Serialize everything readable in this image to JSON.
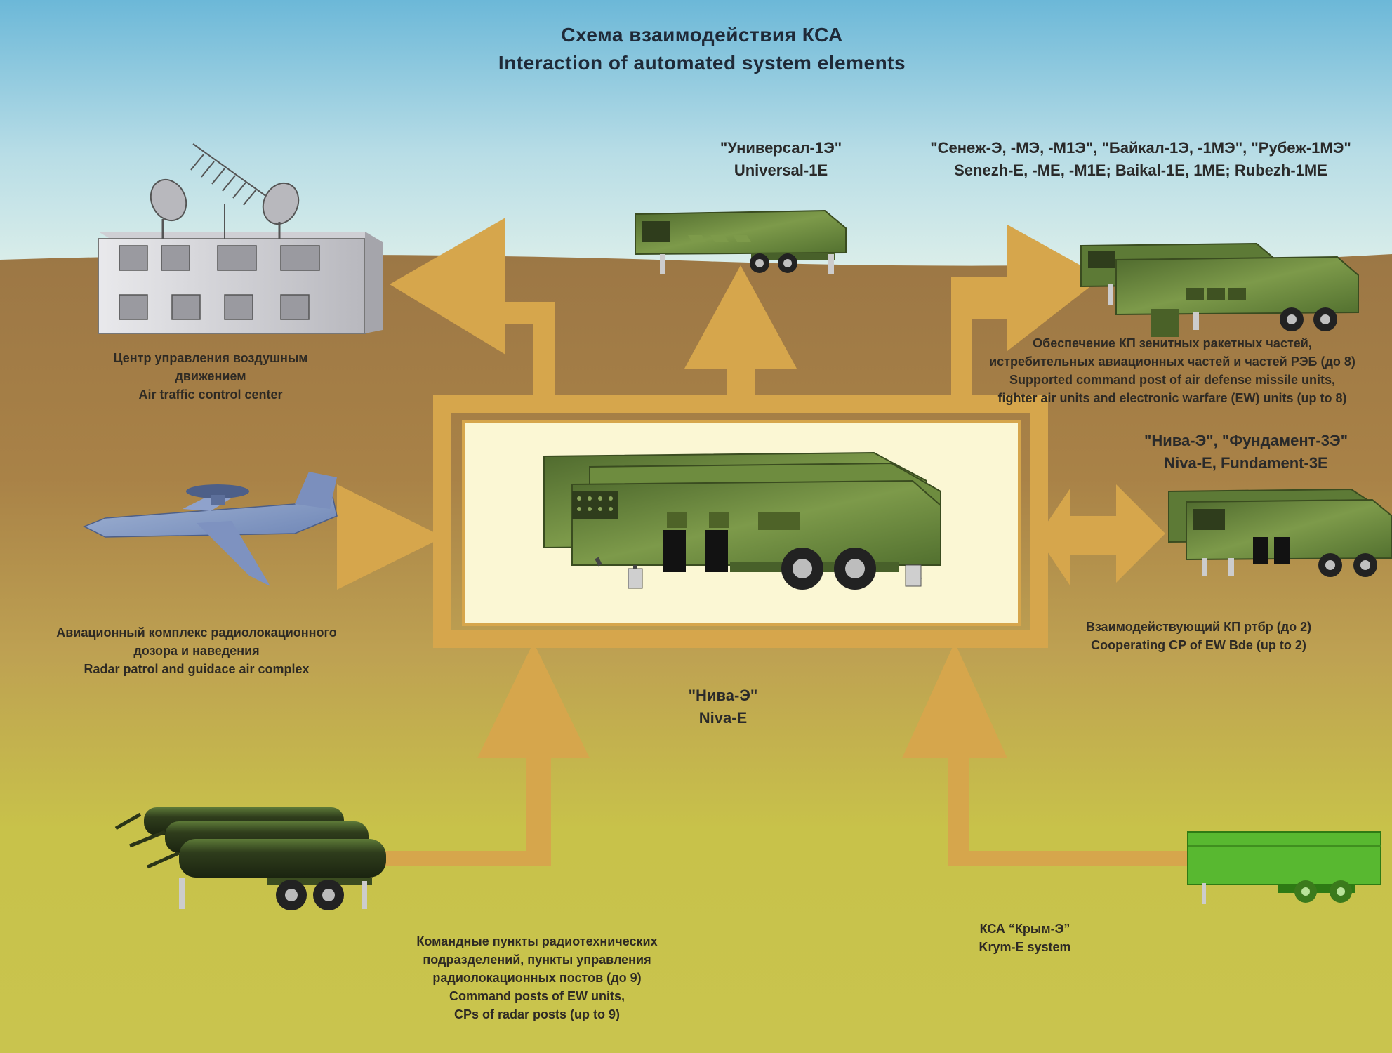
{
  "title": {
    "ru": "Схема взаимодействия КСА",
    "en": "Interaction of automated system elements"
  },
  "colors": {
    "sky_top": "#6cb8d8",
    "sky_bottom": "#d9ecea",
    "ground_brown": "#9c7745",
    "ground_tan": "#bb9a55",
    "ground_green": "#c6c54b",
    "arrow": "#d6a64c",
    "center_box": "#fbf7d4",
    "vehicle_green": "#6b8a3c",
    "krym_green": "#58b830"
  },
  "nodes": {
    "universal": {
      "name_ru": "\"Универсал-1Э\"",
      "name_en": "Universal-1E"
    },
    "senezh": {
      "name_ru": "\"Сенеж-Э, -МЭ, -М1Э\", \"Байкал-1Э, -1МЭ\", \"Рубеж-1МЭ\"",
      "name_en": "Senezh-E, -ME, -M1E; Baikal-1E, 1ME; Rubezh-1ME",
      "desc_ru_1": "Обеспечение КП зенитных ракетных частей,",
      "desc_ru_2": "истребительных авиационных частей и частей РЭБ (до 8)",
      "desc_en_1": "Supported command post of air defense missile units,",
      "desc_en_2": "fighter air units and electronic warfare (EW) units (up to 8)"
    },
    "atc": {
      "desc_ru_1": "Центр управления воздушным",
      "desc_ru_2": "движением",
      "desc_en": "Air traffic control center"
    },
    "aircraft": {
      "desc_ru_1": "Авиационный комплекс радиолокационного",
      "desc_ru_2": "дозора и наведения",
      "desc_en": "Radar patrol and guidace air complex"
    },
    "center": {
      "name_ru": "\"Нива-Э\"",
      "name_en": "Niva-E"
    },
    "niva_fundament": {
      "name_ru": "\"Нива-Э\", \"Фундамент-3Э\"",
      "name_en": "Niva-E, Fundament-3E",
      "desc_ru": "Взаимодействующий КП ртбр (до 2)",
      "desc_en": "Cooperating CP of EW Bde (up to 2)"
    },
    "ew_posts": {
      "desc_ru_1": "Командные пункты радиотехнических",
      "desc_ru_2": "подразделений, пункты управления",
      "desc_ru_3": "радиолокационных постов (до 9)",
      "desc_en_1": "Command posts of EW units,",
      "desc_en_2": "CPs of radar posts (up to 9)"
    },
    "krym": {
      "name_ru": "КСА “Крым-Э”",
      "name_en": "Krym-E system"
    }
  }
}
